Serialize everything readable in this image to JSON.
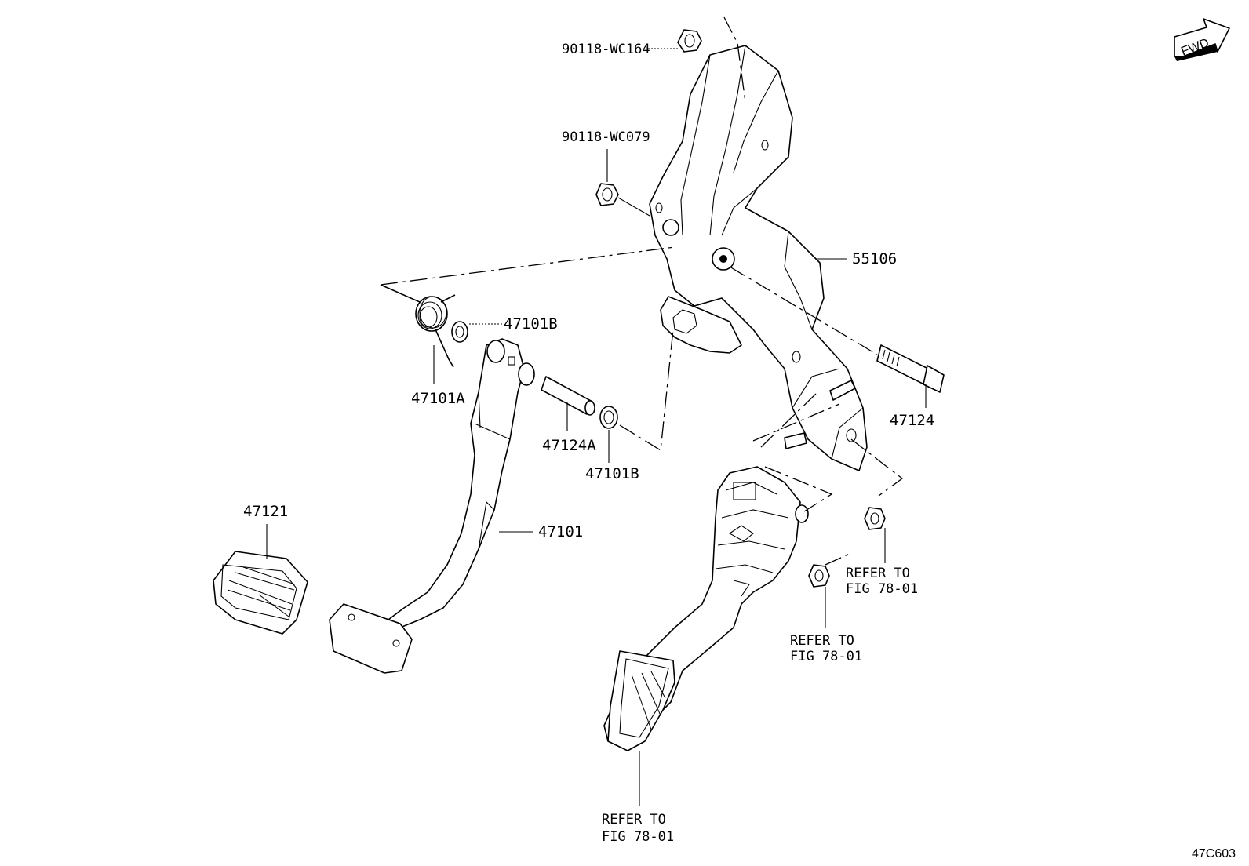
{
  "labels": {
    "p90118_wc164": "90118-WC164",
    "p90118_wc079": "90118-WC079",
    "p55106": "55106",
    "p47101b_top": "47101B",
    "p47101a": "47101A",
    "p47124a": "47124A",
    "p47101b_bottom": "47101B",
    "p47124": "47124",
    "p47121": "47121",
    "p47101": "47101"
  },
  "refer_notes": [
    {
      "line1": "REFER TO",
      "line2": "FIG 78-01"
    },
    {
      "line1": "REFER TO",
      "line2": "FIG 78-01"
    },
    {
      "line1": "REFER TO",
      "line2": "FIG 78-01"
    }
  ],
  "fwd_badge": "FWD",
  "diagram_code": "47C603"
}
